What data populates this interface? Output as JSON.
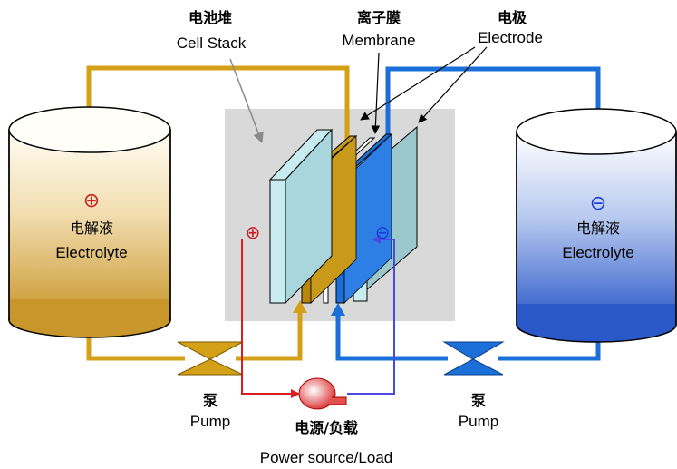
{
  "labels": {
    "cell_stack_zh": "电池堆",
    "cell_stack_en": "Cell Stack",
    "membrane_zh": "离子膜",
    "membrane_en": "Membrane",
    "electrode_zh": "电极",
    "electrode_en": "Electrode",
    "left_tank_sign": "⊕",
    "left_tank_zh": "电解液",
    "left_tank_en": "Electrolyte",
    "right_tank_sign": "⊖",
    "right_tank_zh": "电解液",
    "right_tank_en": "Electrolyte",
    "positive_terminal": "⊕",
    "negative_terminal": "⊖",
    "left_pump_zh": "泵",
    "left_pump_en": "Pump",
    "right_pump_zh": "泵",
    "right_pump_en": "Pump",
    "load_zh": "电源/负载",
    "load_en": "Power source/Load"
  },
  "colors": {
    "positive_loop": "#d4a017",
    "negative_loop": "#1a6fd8",
    "positive_wire": "#d81e1e",
    "negative_wire": "#4a4ae0",
    "stack_background": "#d9d9d9",
    "plate": "#c8ecf0"
  }
}
